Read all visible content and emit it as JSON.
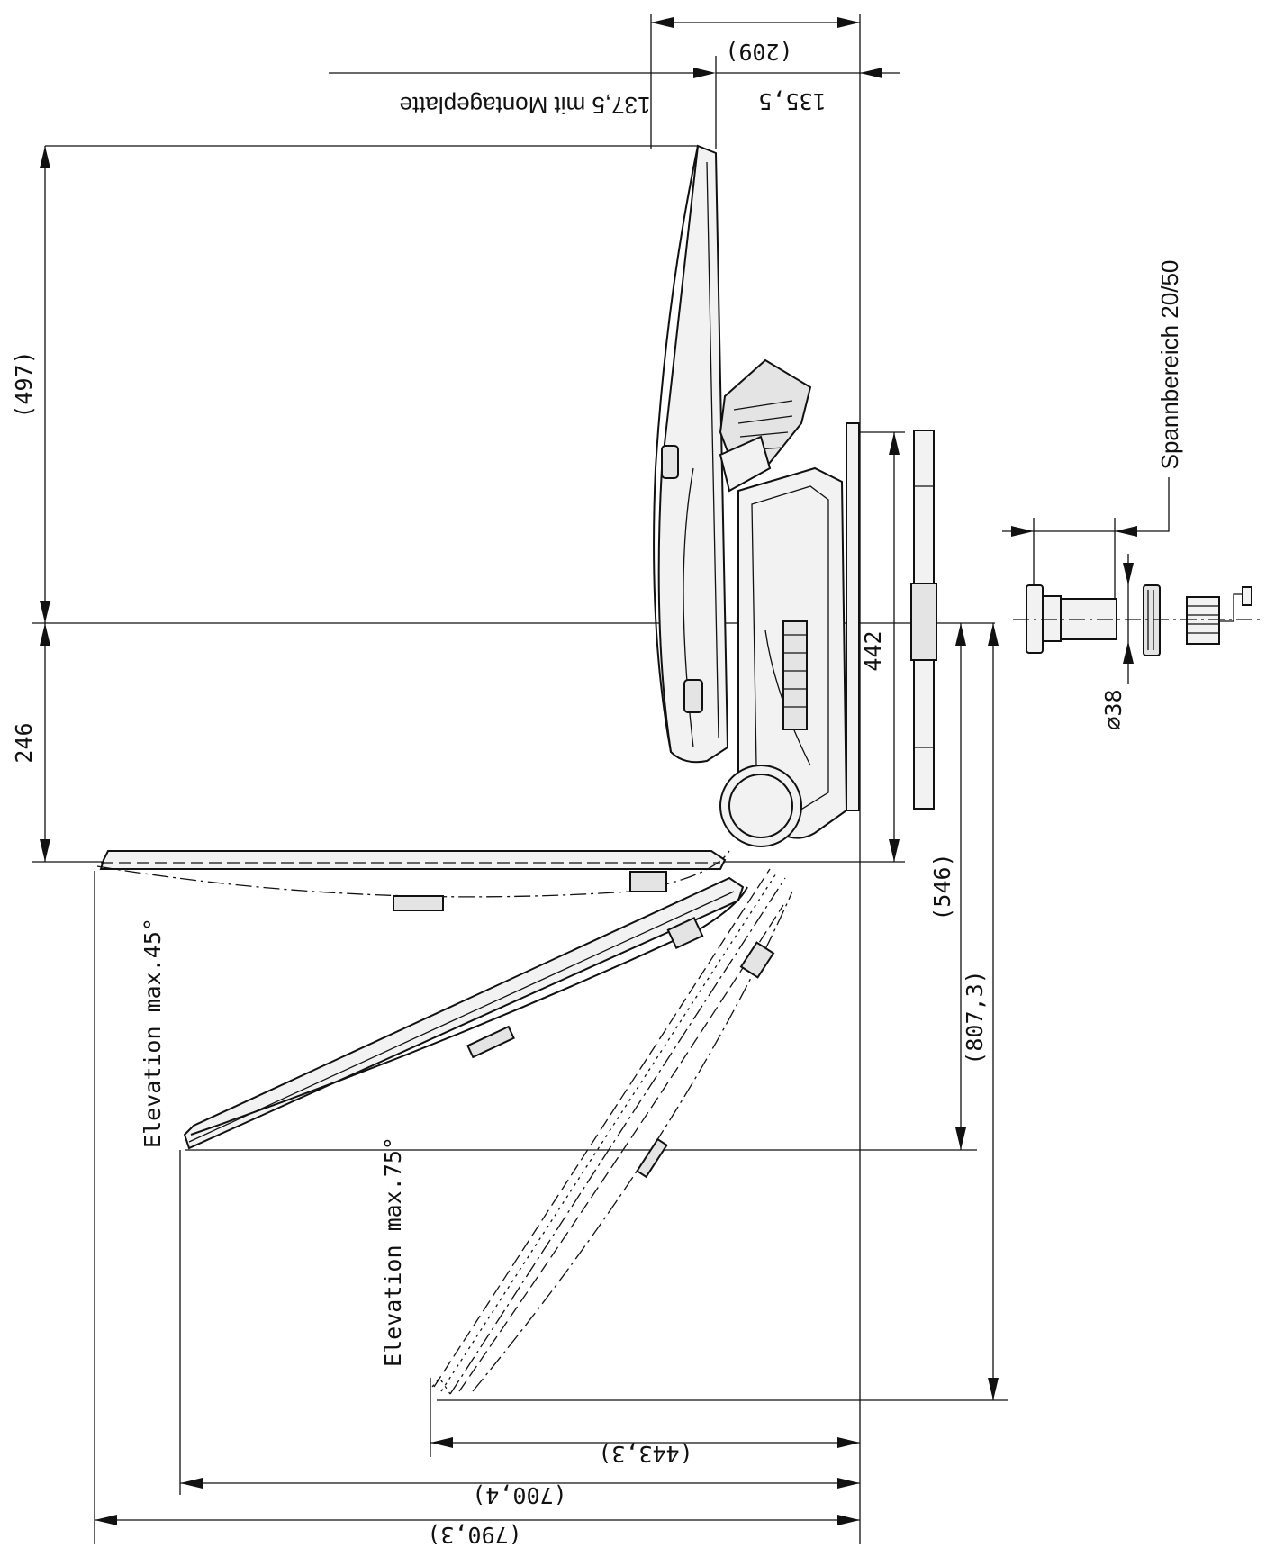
{
  "dimensions": {
    "width_209": "(209)",
    "depth_135_5": "135,5",
    "depth_mounting_plate": "137,5 mit Montageplatte",
    "height_497": "(497)",
    "height_246": "246",
    "height_442": "442",
    "drop_546": "(546)",
    "drop_807_3": "(807,3)",
    "reach_443_3": "(443,3)",
    "reach_700_4": "(700,4)",
    "reach_790_3": "(790,3)",
    "diameter_38": "⌀38"
  },
  "labels": {
    "elevation_45": "Elevation max.45°",
    "elevation_75": "Elevation max.75°",
    "clamping_range": "Spannbereich 20/50"
  }
}
